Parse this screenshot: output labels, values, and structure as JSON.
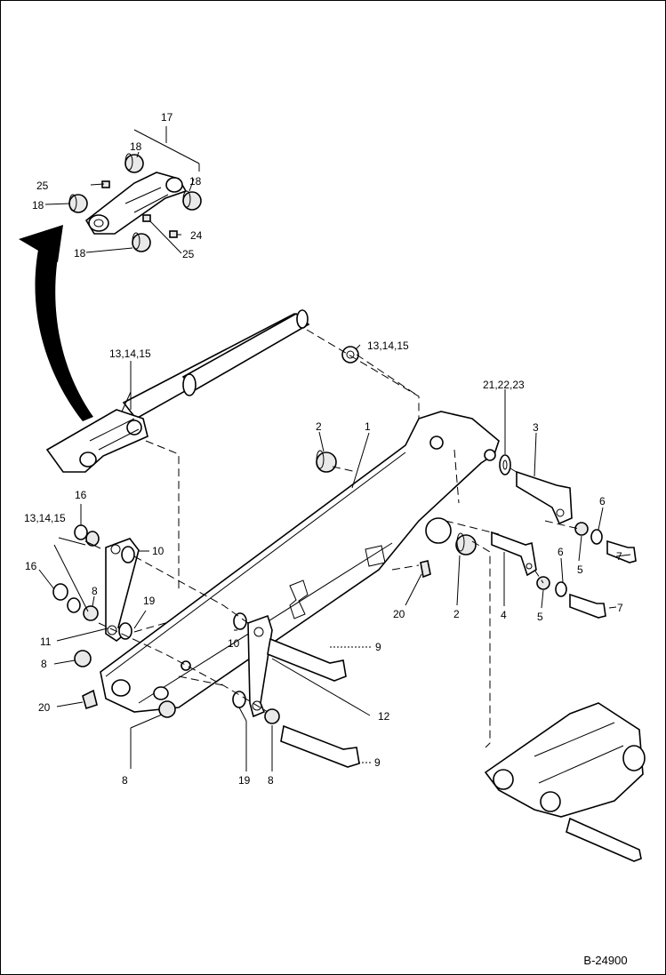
{
  "figure_id": "B-24900",
  "callouts": {
    "c17": "17",
    "c18a": "18",
    "c18b": "18",
    "c18c": "18",
    "c18d": "18",
    "c25a": "25",
    "c25b": "25",
    "c24": "24",
    "c13_top": "13,14,15",
    "c13_arm": "13,14,15",
    "c1": "1",
    "c2a": "2",
    "c2b": "2",
    "c21": "21,22,23",
    "c3": "3",
    "c6a": "6",
    "c6b": "6",
    "c7a": "7",
    "c7b": "7",
    "c5a": "5",
    "c5b": "5",
    "c4": "4",
    "c16a": "16",
    "c16b": "16",
    "c13_left": "13,14,15",
    "c8a": "8",
    "c8b": "8",
    "c8c": "8",
    "c8d": "8",
    "c10a": "10",
    "c10b": "10",
    "c19a": "19",
    "c19b": "19",
    "c11": "11",
    "c20a": "20",
    "c20b": "20",
    "c9a": "9",
    "c9b": "9",
    "c12": "12"
  }
}
